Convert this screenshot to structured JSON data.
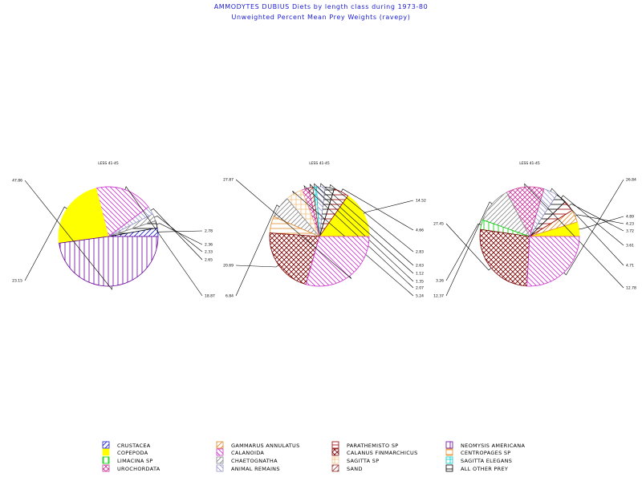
{
  "title": "AMMODYTES DUBIUS Diets by length class during 1973-80",
  "subtitle": "Unweighted Percent Mean Prey Weights (ravepy)",
  "legend": [
    {
      "label": "CRUSTACEA",
      "color": "#1a1ad6",
      "pattern": "diag-up"
    },
    {
      "label": "COPEPODA",
      "color": "#ffff00",
      "pattern": "solid"
    },
    {
      "label": "LIMACINA SP",
      "color": "#00cc00",
      "pattern": "vertical"
    },
    {
      "label": "UROCHORDATA",
      "color": "#cc3399",
      "pattern": "crosshatch-diag"
    },
    {
      "label": "GAMMARUS ANNULATUS",
      "color": "#e08a2a",
      "pattern": "diag-up"
    },
    {
      "label": "CALANOIDA",
      "color": "#cc33cc",
      "pattern": "diag-down"
    },
    {
      "label": "CHAETOGNATHA",
      "color": "#888888",
      "pattern": "diag-up"
    },
    {
      "label": "ANIMAL REMAINS",
      "color": "#9999cc",
      "pattern": "diag-down"
    },
    {
      "label": "PARATHEMISTO SP",
      "color": "#990000",
      "pattern": "horizontal"
    },
    {
      "label": "CALANUS FINMARCHICUS",
      "color": "#7a0000",
      "pattern": "crosshatch-diag"
    },
    {
      "label": "SAGITTA SP",
      "color": "#f0c080",
      "pattern": "crosshatch"
    },
    {
      "label": "SAND",
      "color": "#993333",
      "pattern": "diag-up"
    },
    {
      "label": "NEOMYSIS AMERICANA",
      "color": "#660099",
      "pattern": "vertical"
    },
    {
      "label": "CENTROPAGES SP",
      "color": "#e08a2a",
      "pattern": "horizontal"
    },
    {
      "label": "SAGITTA ELEGANS",
      "color": "#00cccc",
      "pattern": "crosshatch"
    },
    {
      "label": "ALL OTHER PREY",
      "color": "#000000",
      "pattern": "horizontal"
    }
  ],
  "chart_data": [
    {
      "type": "pie",
      "title": "LESS 41-45",
      "slices": [
        {
          "category": "CRUSTACEA",
          "value": 2.78,
          "label": "2.78"
        },
        {
          "category": "ALL OTHER PREY",
          "value": 2.36,
          "label": "2.36"
        },
        {
          "category": "CHAETOGNATHA",
          "value": 2.33,
          "label": "2.33"
        },
        {
          "category": "ANIMAL REMAINS",
          "value": 2.65,
          "label": "2.65"
        },
        {
          "category": "CALANOIDA",
          "value": 18.87,
          "label": "18.87"
        },
        {
          "category": "COPEPODA",
          "value": 23.15,
          "label": "23.15"
        },
        {
          "category": "NEOMYSIS AMERICANA",
          "value": 47.86,
          "label": "47.86"
        }
      ]
    },
    {
      "type": "pie",
      "title": "LESS 41-45",
      "slices": [
        {
          "category": "COPEPODA",
          "value": 14.52,
          "label": "14.52"
        },
        {
          "category": "PARATHEMISTO SP",
          "value": 4.66,
          "label": "4.66"
        },
        {
          "category": "ALL OTHER PREY",
          "value": 2.83,
          "label": "2.83"
        },
        {
          "category": "ANIMAL REMAINS",
          "value": 2.63,
          "label": "2.63"
        },
        {
          "category": "SAGITTA ELEGANS",
          "value": 1.12,
          "label": "1.12"
        },
        {
          "category": "SAND",
          "value": 1.35,
          "label": "1.35"
        },
        {
          "category": "UROCHORDATA",
          "value": 2.07,
          "label": "2.07"
        },
        {
          "category": "SAGITTA SP",
          "value": 5.24,
          "label": "5.24"
        },
        {
          "category": "CHAETOGNATHA",
          "value": 6.84,
          "label": "6.84"
        },
        {
          "category": "CENTROPAGES SP",
          "value": 5.13,
          "label": ""
        },
        {
          "category": "CALANUS FINMARCHICUS",
          "value": 20.69,
          "label": "20.69"
        },
        {
          "category": "CALANOIDA",
          "value": 27.87,
          "label": "27.87"
        }
      ]
    },
    {
      "type": "pie",
      "title": "LESS 41-45",
      "slices": [
        {
          "category": "COPEPODA",
          "value": 4.89,
          "label": "4.89"
        },
        {
          "category": "GAMMARUS ANNULATUS",
          "value": 4.23,
          "label": "4.23"
        },
        {
          "category": "PARATHEMISTO SP",
          "value": 3.72,
          "label": "3.72"
        },
        {
          "category": "ALL OTHER PREY",
          "value": 3.61,
          "label": "3.61"
        },
        {
          "category": "ANIMAL REMAINS",
          "value": 4.71,
          "label": "4.71"
        },
        {
          "category": "UROCHORDATA",
          "value": 12.78,
          "label": "12.78"
        },
        {
          "category": "CHAETOGNATHA",
          "value": 12.37,
          "label": "12.37"
        },
        {
          "category": "LIMACINA SP",
          "value": 3.26,
          "label": "3.26"
        },
        {
          "category": "CALANUS FINMARCHICUS",
          "value": 27.45,
          "label": "27.45"
        },
        {
          "category": "CALANOIDA",
          "value": 26.84,
          "label": "26.84"
        }
      ]
    }
  ]
}
